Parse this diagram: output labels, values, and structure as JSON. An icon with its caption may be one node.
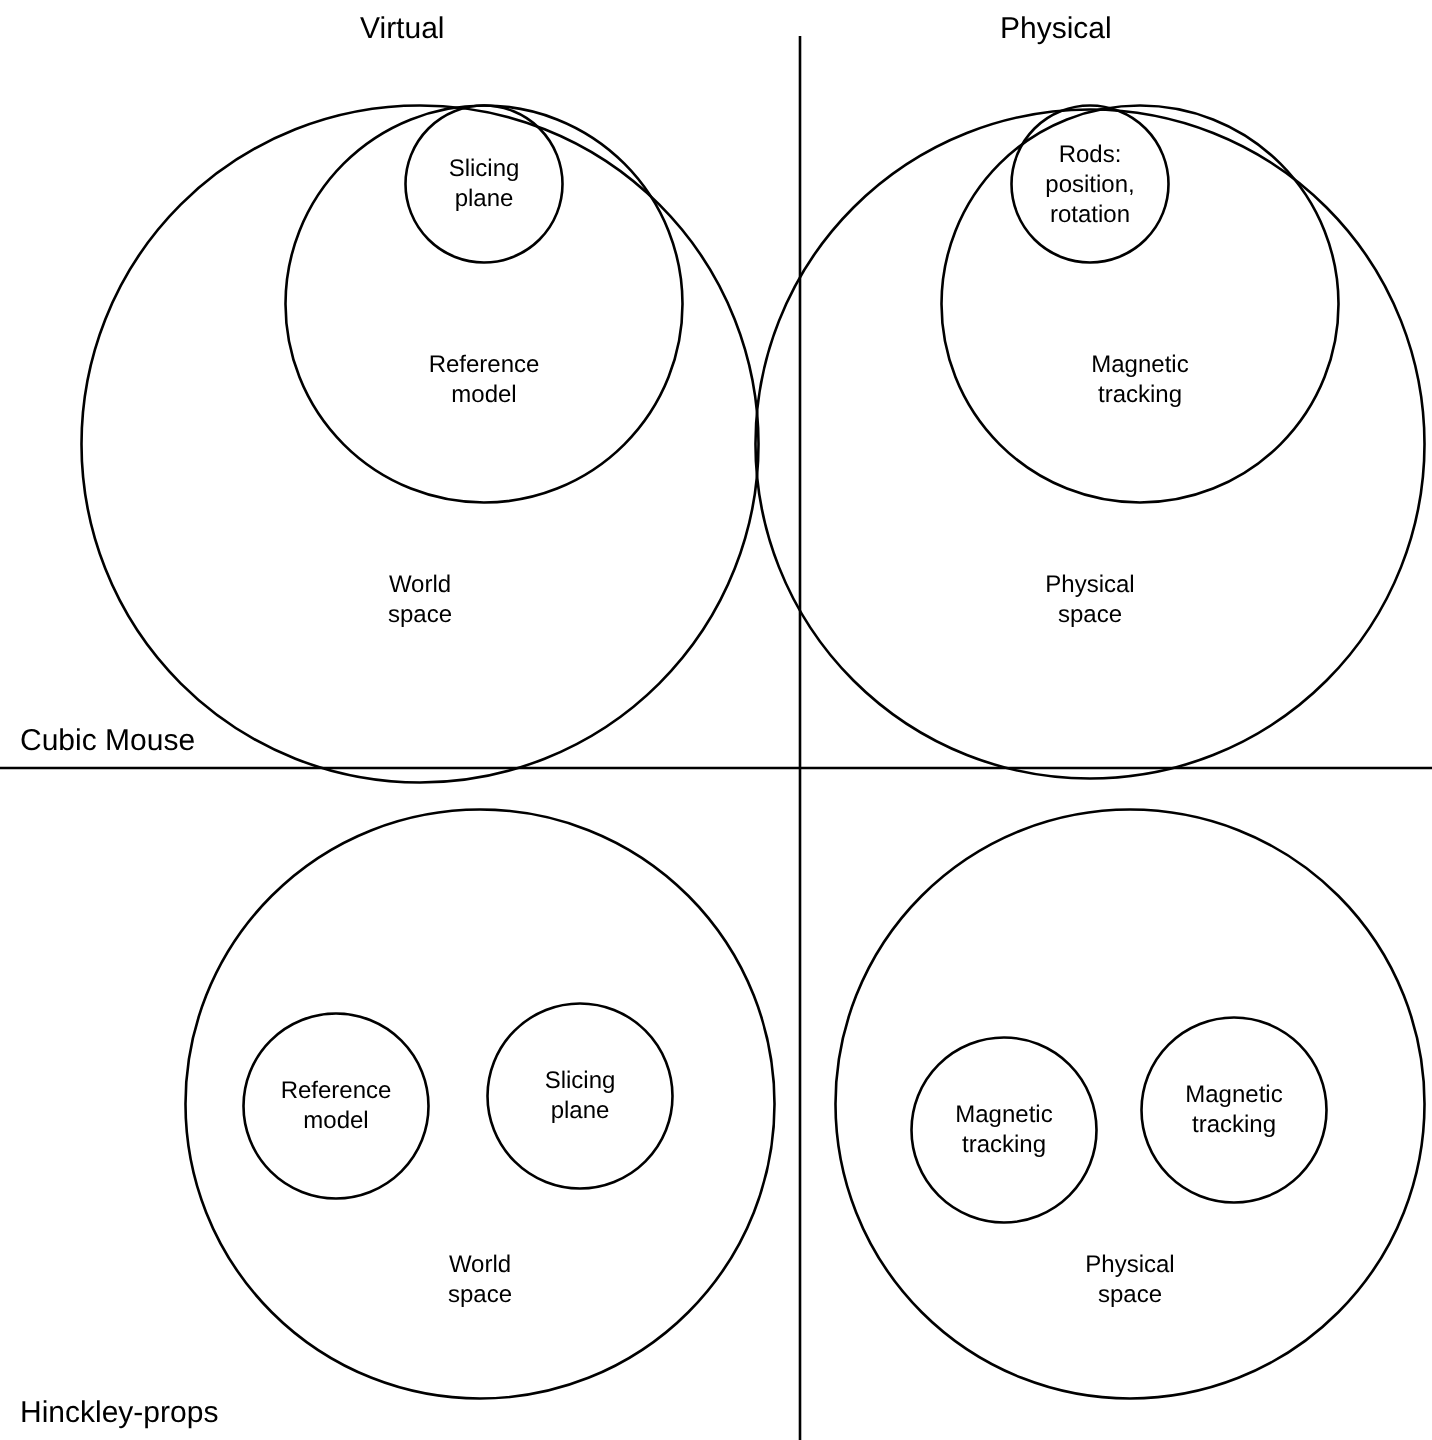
{
  "diagram": {
    "nodes": [
      {
        "text": [
          "World space"
        ]
      },
      {
        "text": [
          "Reference model"
        ],
        "in": 0
      },
      {
        "text": [
          "Slicing plane"
        ],
        "in": 1
      },
      {
        "text": [
          "Physical space"
        ]
      },
      {
        "text": [
          "Magnetic tracking"
        ],
        "in": 3
      },
      {
        "text": [
          "Rods: position, rotation"
        ],
        "in": 4
      },
      {
        "text": [
          "World space"
        ]
      },
      {
        "text": [
          "Reference model"
        ],
        "in": 6
      },
      {
        "text": [
          "Slicing plane"
        ],
        "in": 6
      },
      {
        "text": [
          "Physical space"
        ]
      },
      {
        "text": [
          "Magnetic tracking"
        ],
        "in": 9
      },
      {
        "text": [
          "Magnetic tracking"
        ],
        "in": 9
      }
    ],
    "labels": [
      "Virtual",
      "Physical",
      "Cubic Mouse",
      "Hinckley-props"
    ]
  }
}
